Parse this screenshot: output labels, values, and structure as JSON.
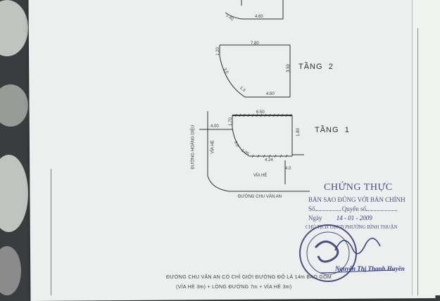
{
  "floors": {
    "upper_label": "TẦNG",
    "upper_number": "2",
    "ground_label": "TẦNG",
    "ground_number": "1"
  },
  "dimensions": {
    "top_width_cut": "4.60",
    "top_side_cut": "1.40",
    "floor2_top": "7.80",
    "floor2_left": "1.20",
    "floor2_diag": "3.0",
    "floor2_corner": "1.3",
    "floor2_right": "3.50",
    "floor2_bottom": "4.60",
    "floor1_top": "6.50",
    "floor1_left": "1.70",
    "floor1_right": "1.80",
    "floor1_bottom": "4.24",
    "floor1_arc_a": "3.0",
    "floor1_arc_b": "1.05",
    "street_left_offset": "4.00",
    "street_bottom_offset": "4.0"
  },
  "streets": {
    "hoang_dieu": "ĐƯỜNG HOÀNG DIỆU",
    "via_he_vertical": "VỈA HÈ",
    "via_he_horizontal": "VỈA HÈ",
    "chu_van_an": "ĐƯỜNG CHU VĂN AN"
  },
  "certificate": {
    "title": "CHỨNG THỰC",
    "line1": "BẢN SAO ĐÚNG VỚI BẢN CHÍNH",
    "so_label": "Số",
    "quyen_label": "Quyển số",
    "ngay_label": "Ngày",
    "date_value": "14 - 01 - 2009",
    "signer_title": "CHỦ TỊCH UBND PHƯỜNG BÌNH THUẬN",
    "signer_name": "Nguyễn Thị Thanh Huyền"
  },
  "footnote": {
    "line1": "ĐƯỜNG CHU VĂN AN CÓ CHỈ GIỚI ĐƯỜNG ĐỎ LÀ 14m BAO GỒM",
    "line2": "(VỈA HÈ 3m) + LÒNG ĐƯỜNG 7m + VỈA HÈ 3m)"
  },
  "colors": {
    "paper": "#ecefed",
    "background": "#3a3d3f",
    "stamp_ink": "#4b4d86",
    "line_ink": "#2d2f33"
  }
}
